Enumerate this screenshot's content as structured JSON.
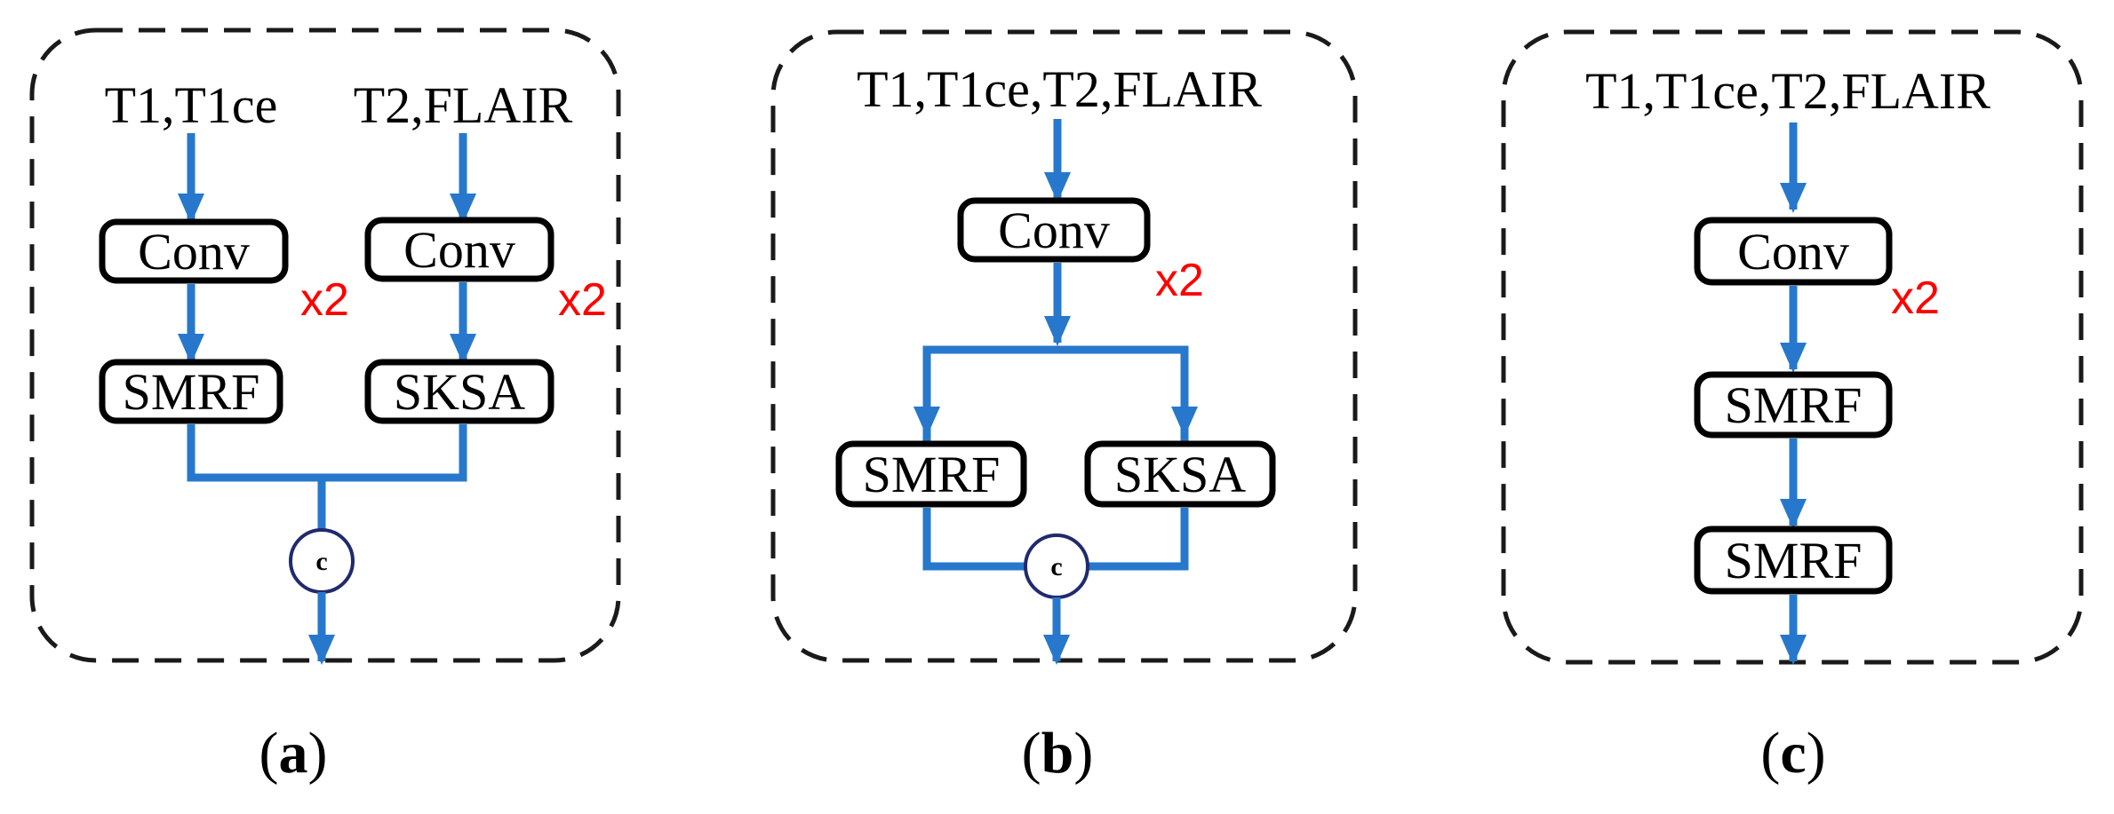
{
  "panel_a": {
    "input_left": "T1,T1ce",
    "input_right": "T2,FLAIR",
    "conv_left": "Conv",
    "conv_right": "Conv",
    "repeat_left": "x2",
    "repeat_right": "x2",
    "block_left": "SMRF",
    "block_right": "SKSA",
    "concat": "c",
    "caption_open": "(",
    "caption_letter": "a",
    "caption_close": ")"
  },
  "panel_b": {
    "input": "T1,T1ce,T2,FLAIR",
    "conv": "Conv",
    "repeat": "x2",
    "block_left": "SMRF",
    "block_right": "SKSA",
    "concat": "c",
    "caption_open": "(",
    "caption_letter": "b",
    "caption_close": ")"
  },
  "panel_c": {
    "input": "T1,T1ce,T2,FLAIR",
    "conv": "Conv",
    "repeat": "x2",
    "block_1": "SMRF",
    "block_2": "SMRF",
    "caption_open": "(",
    "caption_letter": "c",
    "caption_close": ")"
  },
  "colors": {
    "arrow": "#2778cc",
    "repeat_text": "#ff0000",
    "concat_ring": "#1f2a6e",
    "frame": "#1a1a1a"
  }
}
